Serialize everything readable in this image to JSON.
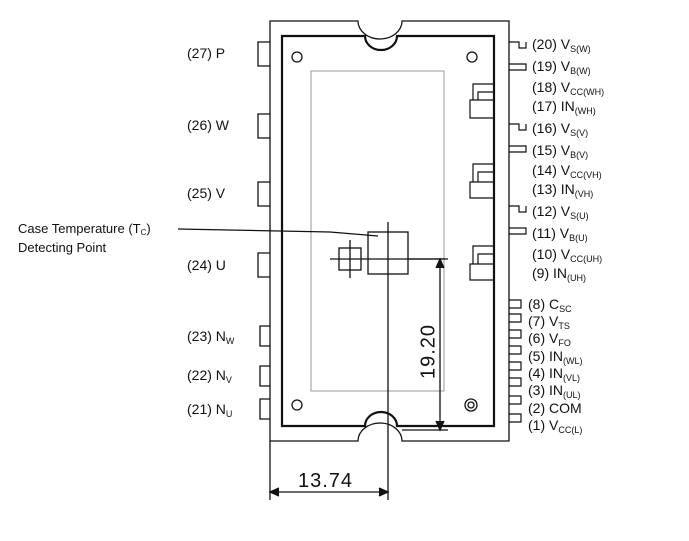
{
  "annotation": {
    "line1_pre": "Case Temperature (T",
    "line1_sub": "C",
    "line1_post": ")",
    "line2": "Detecting Point"
  },
  "dimensions": {
    "horizontal": "13.74",
    "vertical": "19.20"
  },
  "pins_left": [
    {
      "num": "(27)",
      "name": "P",
      "sub": ""
    },
    {
      "num": "(26)",
      "name": "W",
      "sub": ""
    },
    {
      "num": "(25)",
      "name": "V",
      "sub": ""
    },
    {
      "num": "(24)",
      "name": "U",
      "sub": ""
    },
    {
      "num": "(23)",
      "name": "N",
      "sub": "W"
    },
    {
      "num": "(22)",
      "name": "N",
      "sub": "V"
    },
    {
      "num": "(21)",
      "name": "N",
      "sub": "U"
    }
  ],
  "pins_right": [
    {
      "num": "(20)",
      "name": "V",
      "sub": "S(W)"
    },
    {
      "num": "(19)",
      "name": "V",
      "sub": "B(W)"
    },
    {
      "num": "(18)",
      "name": "V",
      "sub": "CC(WH)"
    },
    {
      "num": "(17)",
      "name": "IN",
      "sub": "(WH)"
    },
    {
      "num": "(16)",
      "name": "V",
      "sub": "S(V)"
    },
    {
      "num": "(15)",
      "name": "V",
      "sub": "B(V)"
    },
    {
      "num": "(14)",
      "name": "V",
      "sub": "CC(VH)"
    },
    {
      "num": "(13)",
      "name": "IN",
      "sub": "(VH)"
    },
    {
      "num": "(12)",
      "name": "V",
      "sub": "S(U)"
    },
    {
      "num": "(11)",
      "name": "V",
      "sub": "B(U)"
    },
    {
      "num": "(10)",
      "name": "V",
      "sub": "CC(UH)"
    },
    {
      "num": "(9)",
      "name": "IN",
      "sub": "(UH)"
    },
    {
      "num": "(8)",
      "name": "C",
      "sub": "SC"
    },
    {
      "num": "(7)",
      "name": "V",
      "sub": "TS"
    },
    {
      "num": "(6)",
      "name": "V",
      "sub": "FO"
    },
    {
      "num": "(5)",
      "name": "IN",
      "sub": "(WL)"
    },
    {
      "num": "(4)",
      "name": "IN",
      "sub": "(VL)"
    },
    {
      "num": "(3)",
      "name": "IN",
      "sub": "(UL)"
    },
    {
      "num": "(2)",
      "name": "COM",
      "sub": ""
    },
    {
      "num": "(1)",
      "name": "V",
      "sub": "CC(L)"
    }
  ],
  "colors": {
    "outline": "#111111",
    "inner_guide": "#9a9a9a"
  }
}
